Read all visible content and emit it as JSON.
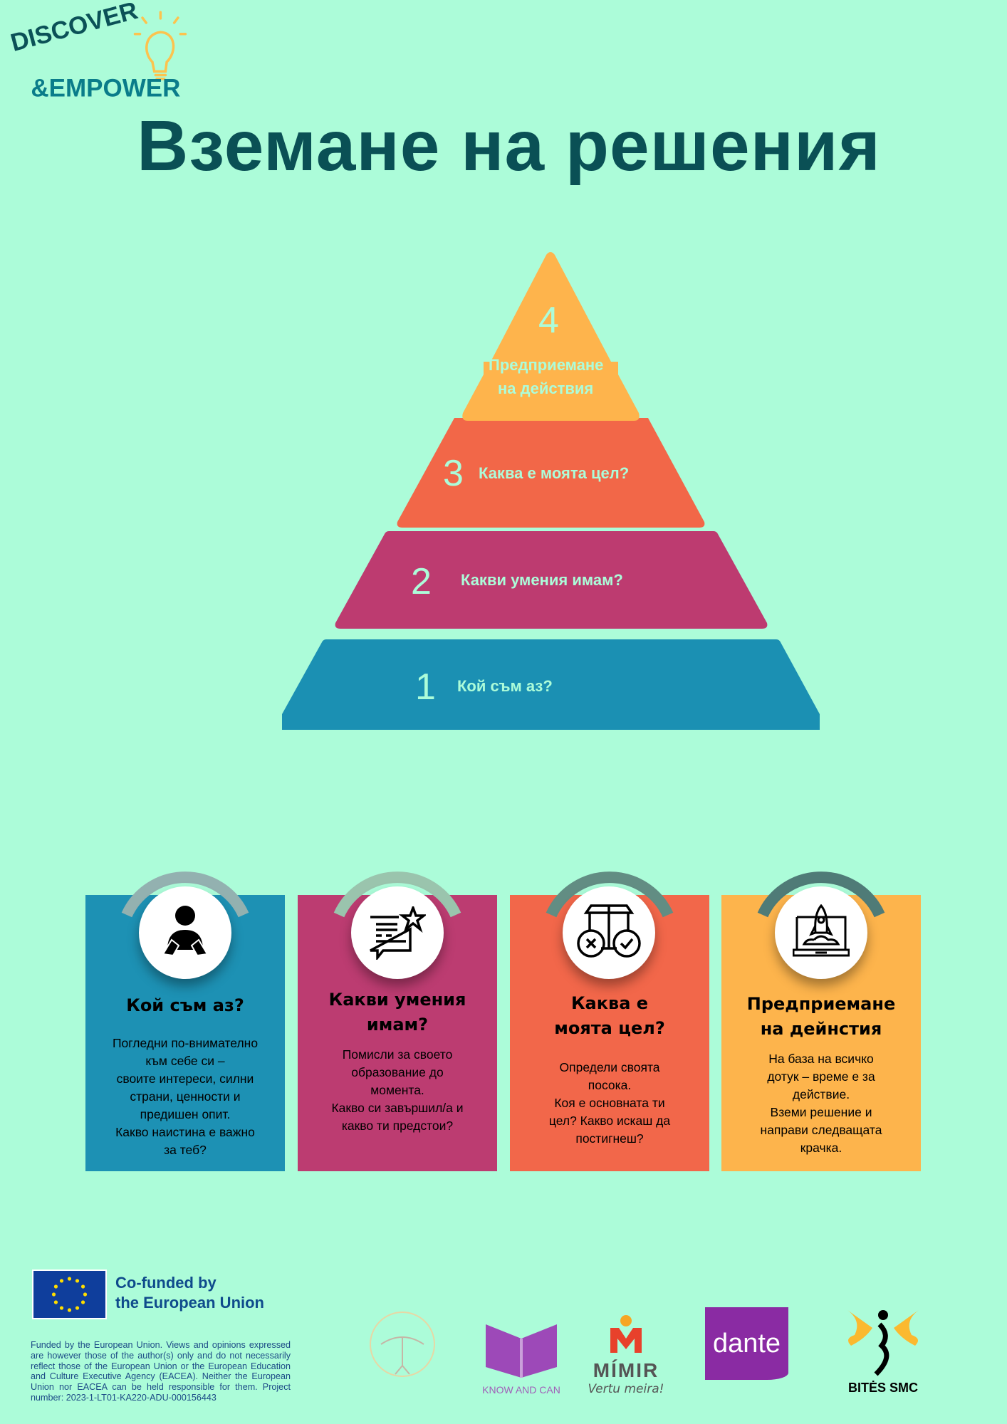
{
  "logo": {
    "line1": "DISCOVER",
    "line2": "&EMPOWER"
  },
  "title": "Вземане на решения",
  "pyramid": [
    {
      "number": "1",
      "label": "Кой съм аз?",
      "color": "#1b90b3"
    },
    {
      "number": "2",
      "label": "Какви умения имам?",
      "color": "#bd3b70"
    },
    {
      "number": "3",
      "label": "Каква е моята цел?",
      "color": "#f26748"
    },
    {
      "number": "4",
      "label_line1": "Предприемане",
      "label_line2": "на действия",
      "color": "#feb44c"
    }
  ],
  "cards": [
    {
      "title": "Кой съм аз?",
      "body": "Погледни по-внимателно\nкъм себе си –\nсвоите интереси, силни\nстрани, ценности и\nпредишен опит.\nКакво наистина е важно\nза теб?",
      "icon": "person-self-icon",
      "color": "#1d91b4",
      "arc": "#93b1b0"
    },
    {
      "title": "Какви умения\nимам?",
      "body": "Помисли за своето\nобразование до\nмомента.\nКакво си завършил/а и\nкакво ти предстои?",
      "icon": "message-star-icon",
      "color": "#bc3c71",
      "arc": "#9ac4ad"
    },
    {
      "title": "Каква е\nмоята цел?",
      "body": "Определи своята\nпосока.\nКоя е основната ти\nцел? Какво искаш да\nпостигнеш?",
      "icon": "decision-boxes-icon",
      "color": "#f2674a",
      "arc": "#628d83"
    },
    {
      "title": "Предприемане\nна дейнстия",
      "body": "На база на всичко\nдотук – време е за\nдействие.\nВземи решение и\nнаправи следващата\nкрачка.",
      "icon": "laptop-rocket-icon",
      "color": "#fdb44c",
      "arc": "#4f7b77"
    }
  ],
  "footer": {
    "cofunded_line1": "Co-funded by",
    "cofunded_line2": "the European Union",
    "disclaimer": "Funded by the European Union. Views and opinions expressed are however those of the author(s) only and do not necessarily reflect those of the European Union or the European Education and Culture Executive Agency (EACEA). Neither the European Union nor EACEA can be held responsible for them. Project number: 2023-1-LT01-KA220-ADU-000156443",
    "partners": {
      "know": "KNOW AND CAN",
      "mimir": "MÍMIR",
      "mimir_sub": "Vertu meira!",
      "dante": "dante",
      "bites": "BITĖS SMC"
    }
  }
}
